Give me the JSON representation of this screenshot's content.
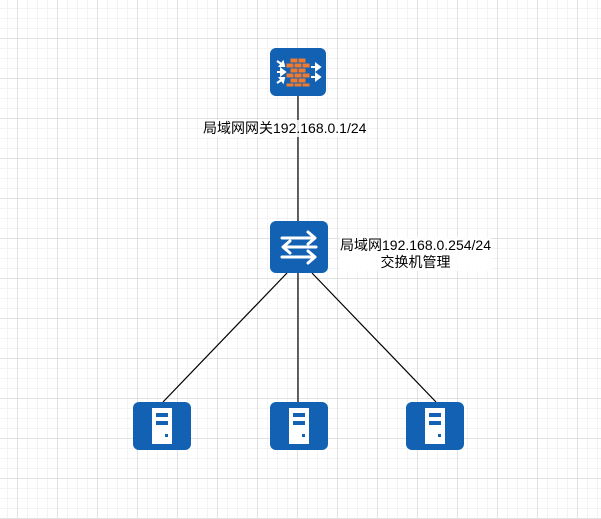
{
  "diagram": {
    "gateway": {
      "icon": "firewall-icon",
      "label": "局域网网关192.168.0.1/24"
    },
    "switch": {
      "icon": "switch-icon",
      "label_line1": "局域网192.168.0.254/24",
      "label_line2": "交换机管理"
    },
    "servers": [
      {
        "icon": "server-icon"
      },
      {
        "icon": "server-icon"
      },
      {
        "icon": "server-icon"
      }
    ]
  },
  "colors": {
    "node_fill": "#1361b2",
    "firewall_brick": "#f07a2e",
    "link": "#000000",
    "grid_major": "#e2e2e2",
    "grid_minor": "#f3f3f3"
  }
}
